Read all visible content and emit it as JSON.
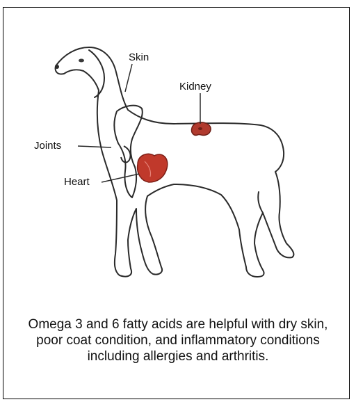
{
  "labels": {
    "skin": "Skin",
    "kidney": "Kidney",
    "joints": "Joints",
    "heart": "Heart"
  },
  "caption": "Omega 3 and 6 fatty acids are helpful with dry skin, poor coat condition, and inflammatory conditions including allergies and arthritis.",
  "colors": {
    "outline": "#2a2a2a",
    "heart": "#c0392b",
    "kidney": "#b03a2e",
    "joint_glow": "#f3b3b3"
  }
}
